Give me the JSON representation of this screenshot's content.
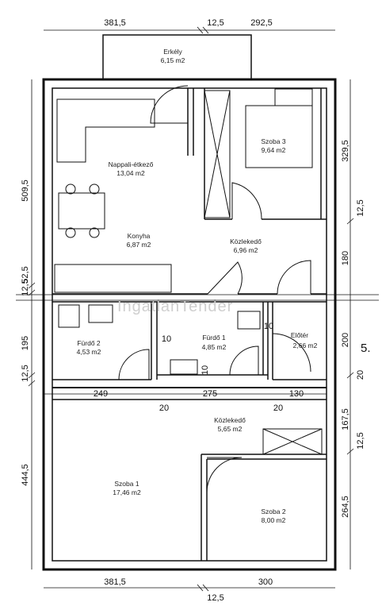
{
  "plan": {
    "watermark": "IngatlanTender",
    "floor_number": "5.",
    "rooms": {
      "balcony": {
        "name": "Erkély",
        "area": "6,15 m2"
      },
      "living": {
        "name": "Nappali-étkező",
        "area": "13,04 m2"
      },
      "room3": {
        "name": "Szoba 3",
        "area": "9,64 m2"
      },
      "kitchen": {
        "name": "Konyha",
        "area": "6,87 m2"
      },
      "corridor1": {
        "name": "Közlekedő",
        "area": "6,96 m2"
      },
      "bath2": {
        "name": "Fürdő 2",
        "area": "4,53 m2"
      },
      "bath1": {
        "name": "Fürdő 1",
        "area": "4,85 m2"
      },
      "hall": {
        "name": "Előtér",
        "area": "2,66 m2"
      },
      "corridor2": {
        "name": "Közlekedő",
        "area": "5,65 m2"
      },
      "room1": {
        "name": "Szoba 1",
        "area": "17,46 m2"
      },
      "room2": {
        "name": "Szoba 2",
        "area": "8,00 m2"
      }
    },
    "dimensions": {
      "top_left": "381,5",
      "top_mid": "12,5",
      "top_right": "292,5",
      "left_top": "509,5",
      "left_gap1": "12,5",
      "left_52": "52,5",
      "left_195": "195",
      "left_gap2": "12,5",
      "left_bottom": "444,5",
      "right_329": "329,5",
      "right_gap1": "12,5",
      "right_180": "180",
      "right_200": "200",
      "right_20": "20",
      "right_167": "167,5",
      "right_gap2": "12,5",
      "right_264": "264,5",
      "mid_249": "249",
      "mid_275": "275",
      "mid_130": "130",
      "mid_20a": "20",
      "mid_20b": "20",
      "bath_10a": "10",
      "bath_10b": "10",
      "bath_10c": "10",
      "bottom_left": "381,5",
      "bottom_right": "300",
      "bottom_mid": "12,5"
    }
  }
}
